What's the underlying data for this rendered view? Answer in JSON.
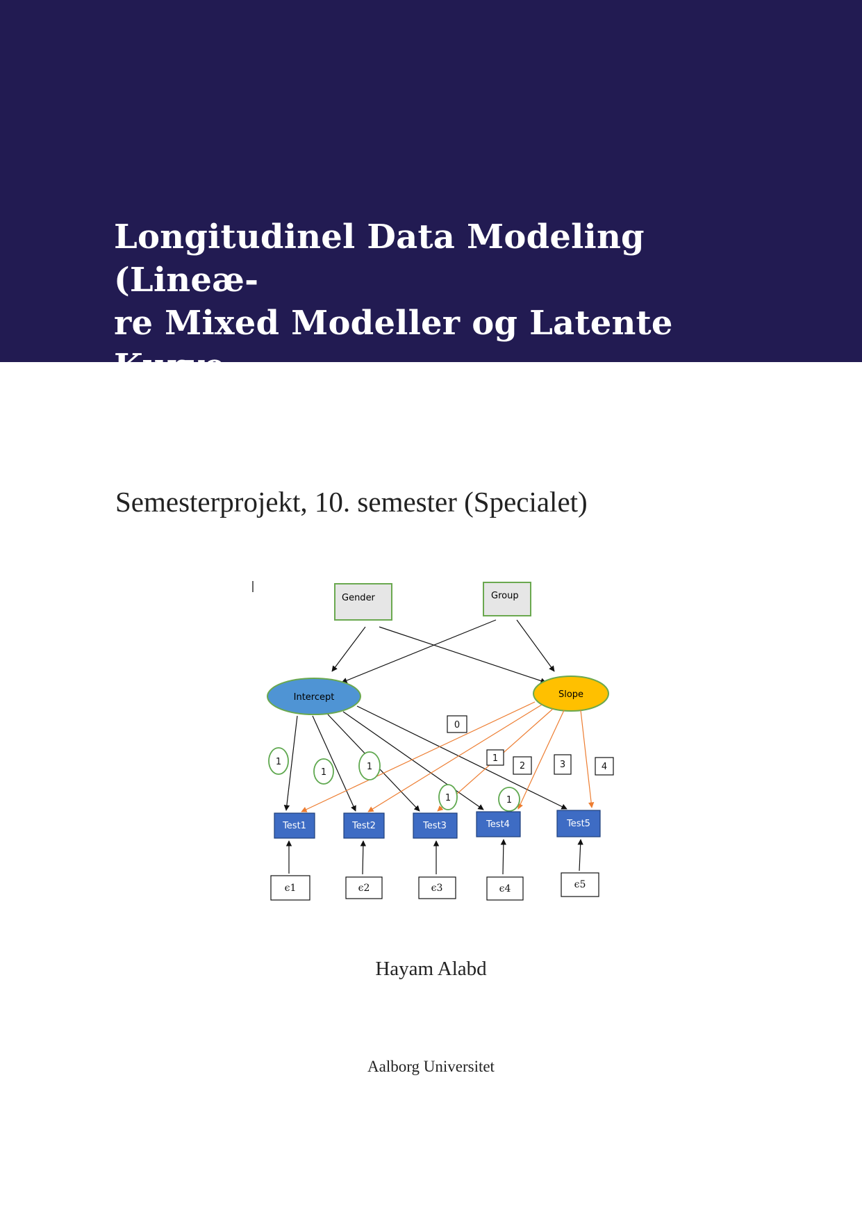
{
  "document": {
    "title": "Longitudinel Data Modeling (Lineæ-re Mixed Modeller og Latente Kurve Modeller)",
    "title_lines": [
      "Longitudinel Data Modeling (Lineæ-",
      "re Mixed Modeller og Latente Kurve",
      "Modeller)"
    ],
    "subtitle": "Semesterprojekt, 10. semester (Specialet)",
    "author": "Hayam Alabd",
    "university": "Aalborg Universitet"
  },
  "diagram": {
    "covariates": [
      "Gender",
      "Group"
    ],
    "latent_factors": [
      "Intercept",
      "Slope"
    ],
    "indicators": [
      "Test1",
      "Test2",
      "Test3",
      "Test4",
      "Test5"
    ],
    "errors": [
      "ϵ1",
      "ϵ2",
      "ϵ3",
      "ϵ4",
      "ϵ5"
    ],
    "intercept_loadings": [
      "1",
      "1",
      "1",
      "1",
      "1"
    ],
    "slope_loadings": [
      "0",
      "1",
      "2",
      "3",
      "4"
    ],
    "colors": {
      "title_band": "#221b52",
      "covariate_fill": "#e6e6e6",
      "covariate_border": "#6aa84f",
      "intercept_fill": "#4f94d4",
      "slope_fill": "#ffc000",
      "indicator_fill": "#3e6cc4",
      "slope_arrow": "#ed7d31",
      "loading_circle": "#5fa84f"
    }
  }
}
